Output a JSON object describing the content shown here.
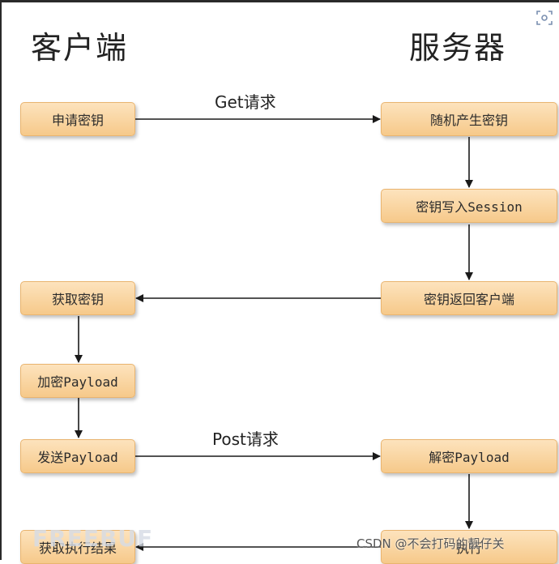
{
  "columns": {
    "client": "客户端",
    "server": "服务器"
  },
  "nodes": {
    "request_key": "申请密钥",
    "random_key": "随机产生密钥",
    "key_to_session": "密钥写入Session",
    "key_return": "密钥返回客户端",
    "get_key": "获取密钥",
    "encrypt_payload": "加密Payload",
    "send_payload": "发送Payload",
    "decrypt_payload": "解密Payload",
    "get_result": "获取执行结果",
    "server_last": "执行"
  },
  "edge_labels": {
    "get_request": "Get请求",
    "post_request": "Post请求"
  },
  "watermarks": {
    "csdn": "CSDN @不会打码的靓仔关",
    "freebuf": "FREEBUF"
  },
  "colors": {
    "node_fill_top": "#fde3bd",
    "node_fill_bottom": "#f6c98a",
    "arrow": "#1a1a1a"
  },
  "icons": {
    "corner": "scan-icon"
  }
}
